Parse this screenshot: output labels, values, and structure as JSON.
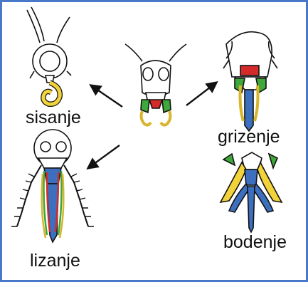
{
  "labels": {
    "sucking": "sisanje",
    "chewing": "grizenje",
    "lapping": "lizanje",
    "piercing": "bodenje"
  },
  "colors": {
    "frame": "#4a78c8",
    "outline": "#111111",
    "yellow": "#f2d33a",
    "red": "#d42a2a",
    "green": "#3fa83a",
    "blue": "#3d6fbf"
  }
}
